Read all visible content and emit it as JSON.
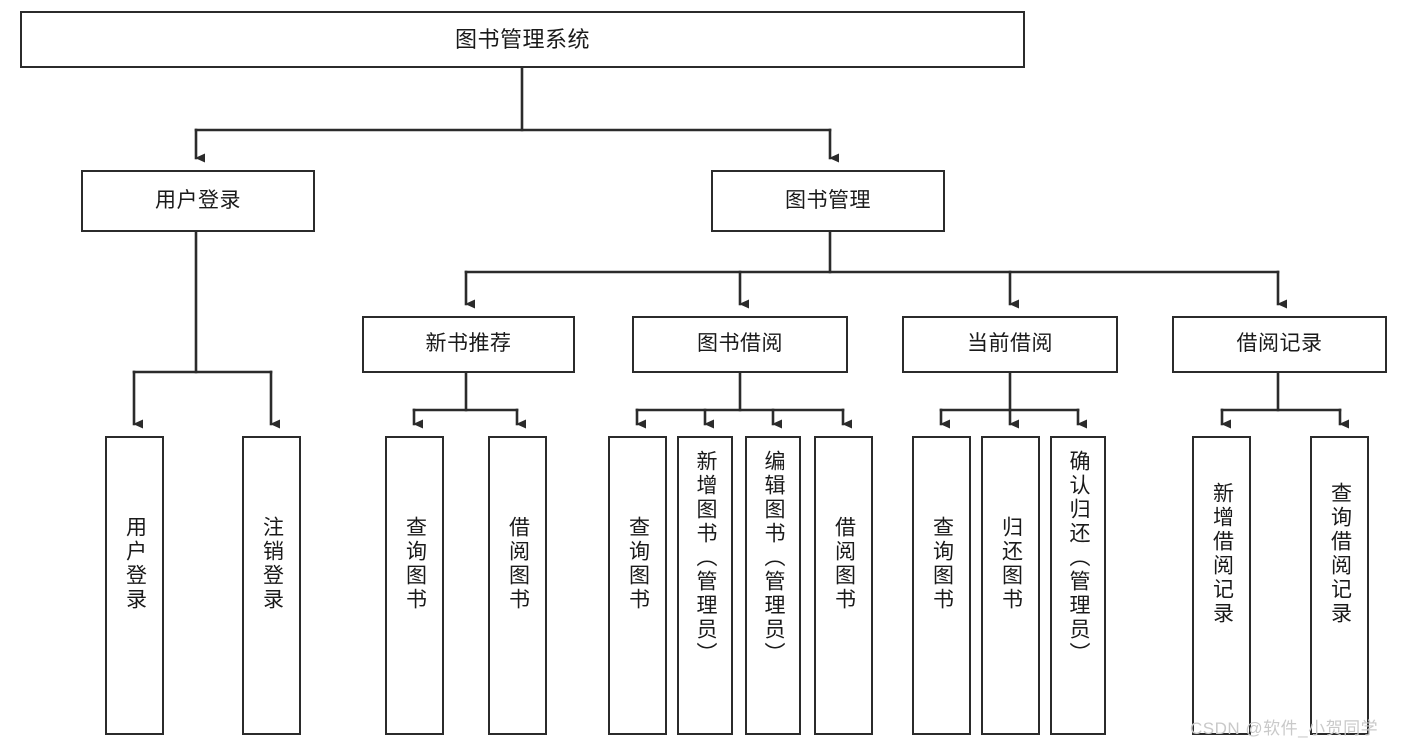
{
  "diagram": {
    "type": "tree",
    "title": "图书管理系统",
    "watermark": "CSDN @软件_小贺同学",
    "colors": {
      "box_stroke": "#2b2b2b",
      "box_fill": "#ffffff",
      "connector": "#2b2b2b",
      "text": "#1a1a1a",
      "watermark": "#c9c9c9",
      "background": "#ffffff"
    },
    "nodes": {
      "root": {
        "label": "图书管理系统",
        "orientation": "horizontal"
      },
      "l2": [
        {
          "id": "user-login",
          "label": "用户登录",
          "orientation": "horizontal"
        },
        {
          "id": "book-management",
          "label": "图书管理",
          "orientation": "horizontal"
        }
      ],
      "l3": [
        {
          "id": "new-book-recommend",
          "label": "新书推荐",
          "orientation": "horizontal"
        },
        {
          "id": "book-borrow",
          "label": "图书借阅",
          "orientation": "horizontal"
        },
        {
          "id": "current-borrow",
          "label": "当前借阅",
          "orientation": "horizontal"
        },
        {
          "id": "borrow-record",
          "label": "借阅记录",
          "orientation": "horizontal"
        }
      ],
      "leaves": [
        {
          "id": "leaf-user-login",
          "label": "用户登录",
          "orientation": "vertical",
          "parent": "user-login"
        },
        {
          "id": "leaf-logout-login",
          "label": "注销登录",
          "orientation": "vertical",
          "parent": "user-login"
        },
        {
          "id": "leaf-query-book-1",
          "label": "查询图书",
          "orientation": "vertical",
          "parent": "new-book-recommend"
        },
        {
          "id": "leaf-borrow-book-1",
          "label": "借阅图书",
          "orientation": "vertical",
          "parent": "new-book-recommend"
        },
        {
          "id": "leaf-query-book-2",
          "label": "查询图书",
          "orientation": "vertical",
          "parent": "book-borrow"
        },
        {
          "id": "leaf-add-book",
          "label": "新增图书（管理员）",
          "orientation": "vertical",
          "parent": "book-borrow"
        },
        {
          "id": "leaf-edit-book",
          "label": "编辑图书（管理员）",
          "orientation": "vertical",
          "parent": "book-borrow"
        },
        {
          "id": "leaf-borrow-book-2",
          "label": "借阅图书",
          "orientation": "vertical",
          "parent": "book-borrow"
        },
        {
          "id": "leaf-query-book-3",
          "label": "查询图书",
          "orientation": "vertical",
          "parent": "current-borrow"
        },
        {
          "id": "leaf-return-book",
          "label": "归还图书",
          "orientation": "vertical",
          "parent": "current-borrow"
        },
        {
          "id": "leaf-confirm-return",
          "label": "确认归还（管理员）",
          "orientation": "vertical",
          "parent": "current-borrow"
        },
        {
          "id": "leaf-add-record",
          "label": "新增借阅记录",
          "orientation": "vertical",
          "parent": "borrow-record"
        },
        {
          "id": "leaf-query-record",
          "label": "查询借阅记录",
          "orientation": "vertical",
          "parent": "borrow-record"
        }
      ]
    }
  }
}
